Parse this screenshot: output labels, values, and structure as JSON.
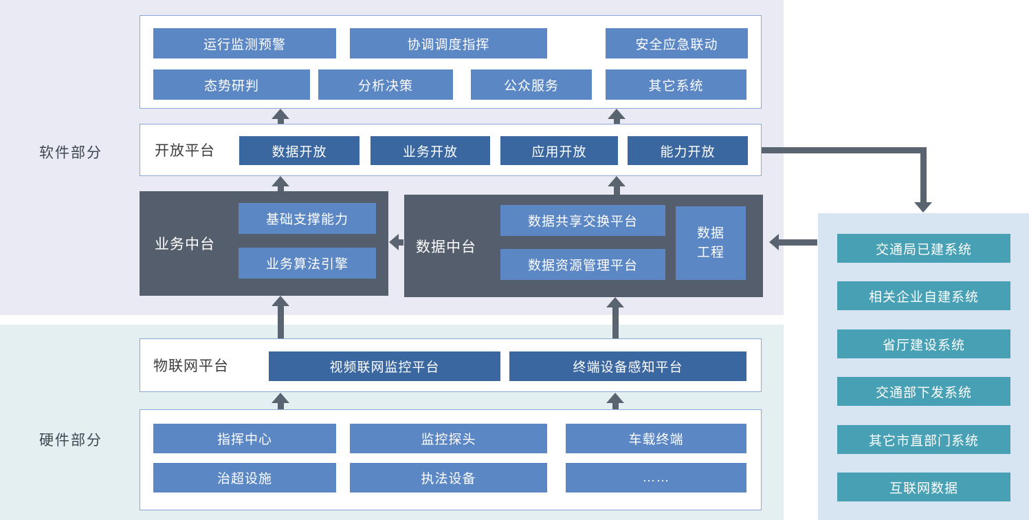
{
  "labels": {
    "software_section": "软件部分",
    "hardware_section": "硬件部分"
  },
  "app_layer": {
    "row1": [
      "运行监测预警",
      "协调调度指挥",
      "安全应急联动"
    ],
    "row2": [
      "态势研判",
      "分析决策",
      "公众服务",
      "其它系统"
    ]
  },
  "open_platform": {
    "label": "开放平台",
    "items": [
      "数据开放",
      "业务开放",
      "应用开放",
      "能力开放"
    ]
  },
  "business_platform": {
    "label": "业务中台",
    "items": [
      "基础支撑能力",
      "业务算法引擎"
    ]
  },
  "data_platform": {
    "label": "数据中台",
    "items": [
      "数据共享交换平台",
      "数据资源管理平台"
    ],
    "side_item": "数据工程"
  },
  "iot_platform": {
    "label": "物联网平台",
    "items": [
      "视频联网监控平台",
      "终端设备感知平台"
    ]
  },
  "hardware_layer": {
    "row1": [
      "指挥中心",
      "监控探头",
      "车载终端"
    ],
    "row2": [
      "治超设施",
      "执法设备",
      "……"
    ]
  },
  "external_systems": {
    "items": [
      "交通局已建系统",
      "相关企业自建系统",
      "省厅建设系统",
      "交通部下发系统",
      "其它市直部门系统",
      "互联网数据"
    ]
  },
  "colors": {
    "software_band_bg": "#e9eaf3",
    "hardware_band_bg": "#e4eff1",
    "right_panel_bg": "#d7e5f2",
    "button_blue": "#5b87c4",
    "button_dark_blue": "#3a679f",
    "dark_box": "#555e6c",
    "teal_button": "#48a0b5",
    "arrow": "#5a6370",
    "box_border": "#8aa8d4"
  }
}
